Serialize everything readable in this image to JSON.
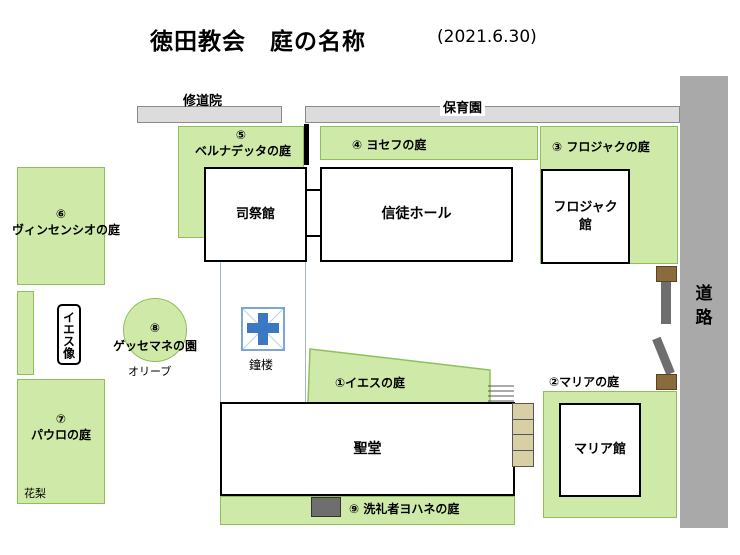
{
  "header": {
    "title": "徳田教会　庭の名称",
    "date": "(2021.6.30)"
  },
  "neighbors": {
    "shudoin": "修道院",
    "hoikuen": "保育園",
    "road_line1": "道",
    "road_line2": "路"
  },
  "gardens": {
    "g1": "①イエスの庭",
    "g2": "②マリアの庭",
    "g3": "③ フロジャクの庭",
    "g4": "④ ヨセフの庭",
    "g5_num": "⑤",
    "g5_name": "ベルナデッタの庭",
    "g6_num": "⑥",
    "g6_name": "ヴィンセンシオの庭",
    "g7_num": "⑦",
    "g7_name": "パウロの庭",
    "g8_num": "⑧",
    "g8_name": "ゲッセマネの園",
    "g9": "⑨ 洗礼者ヨハネの庭"
  },
  "buildings": {
    "shisaikan": "司祭館",
    "shinto_hall": "信徒ホール",
    "frojac_line1": "フロジャク",
    "frojac_line2": "館",
    "seido": "聖堂",
    "maria_kan": "マリア館"
  },
  "features": {
    "shoro": "鐘楼",
    "olive": "オリーブ",
    "hanashi": "花梨",
    "jesus_statue": "イエス像"
  },
  "colors": {
    "garden_fill": "#cfeaa8",
    "garden_border": "#8fbf5a",
    "road": "#a9a9a9",
    "bell_blue": "#3b78c4",
    "gate_brown": "#8b6a3e"
  }
}
